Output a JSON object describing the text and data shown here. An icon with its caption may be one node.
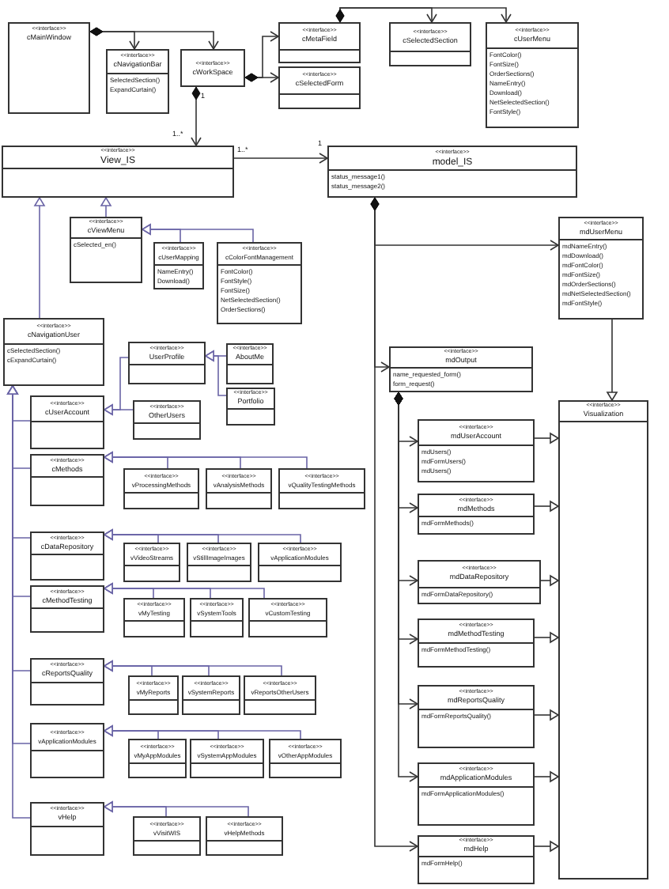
{
  "diagram": {
    "nodes": [
      {
        "text": [
          "<<interface>>",
          "cMainWindow"
        ]
      },
      {
        "text": [
          "<<interface>>",
          "cNavigationBar",
          "SelectedSection()",
          "ExpandCurtain()"
        ]
      },
      {
        "text": [
          "<<interface>>",
          "cWorkSpace"
        ]
      },
      {
        "text": [
          "<<interface>>",
          "cMetaField"
        ]
      },
      {
        "text": [
          "<<interface>>",
          "cSelectedForm"
        ]
      },
      {
        "text": [
          "<<interface>>",
          "cSelectedSection"
        ]
      },
      {
        "text": [
          "<<interface>>",
          "cUserMenu",
          "FontColor()",
          "FontSize()",
          "OrderSections()",
          "NameEntry()",
          "Download()",
          "NetSelectedSection()",
          "FontStyle()"
        ]
      },
      {
        "text": [
          "<<interface>>",
          "View_IS"
        ]
      },
      {
        "text": [
          "<<interface>>",
          "model_IS",
          "status_message1()",
          "status_message2()"
        ]
      },
      {
        "text": [
          "<<interface>>",
          "cViewMenu",
          "cSelected_en()"
        ]
      },
      {
        "text": [
          "<<interface>>",
          "cUserMapping",
          "NameEntry()",
          "Download()"
        ]
      },
      {
        "text": [
          "<<interface>>",
          "cColorFontManagement",
          "FontColor()",
          "FontStyle()",
          "FontSize()",
          "NetSelectedSection()",
          "OrderSections()"
        ]
      },
      {
        "text": [
          "<<interface>>",
          "mdUserMenu",
          "mdNameEntry()",
          "mdDownload()",
          "mdFontColor()",
          "mdFontSize()",
          "mdOrderSections()",
          "mdNetSelectedSection()",
          "mdFontStyle()"
        ]
      },
      {
        "text": [
          "<<interface>>",
          "cNavigationUser",
          "cSelectedSection()",
          "cExpandCurtain()"
        ]
      },
      {
        "text": [
          "<<interface>>",
          "UserProfile"
        ]
      },
      {
        "text": [
          "<<interface>>",
          "AboutMe"
        ]
      },
      {
        "text": [
          "<<interface>>",
          "mdOutput",
          "name_requested_form()",
          "form_request()"
        ]
      },
      {
        "text": [
          "<<interface>>",
          "Portfolio"
        ]
      },
      {
        "text": [
          "<<interface>>",
          "cUserAccount"
        ]
      },
      {
        "text": [
          "<<interface>>",
          "OtherUsers"
        ]
      },
      {
        "text": [
          "<<interface>>",
          "Visualization"
        ]
      },
      {
        "text": [
          "<<interface>>",
          "mdUserAccount",
          "mdUsers()",
          "mdFormUsers()",
          "mdUsers()"
        ]
      },
      {
        "text": [
          "<<interface>>",
          "cMethods"
        ]
      },
      {
        "text": [
          "<<interface>>",
          "vProcessingMethods"
        ]
      },
      {
        "text": [
          "<<interface>>",
          "vAnalysisMethods"
        ]
      },
      {
        "text": [
          "<<interface>>",
          "vQualityTestingMethods"
        ]
      },
      {
        "text": [
          "<<interface>>",
          "mdMethods",
          "mdFormMethods()"
        ]
      },
      {
        "text": [
          "<<interface>>",
          "cDataRepository"
        ]
      },
      {
        "text": [
          "<<interface>>",
          "vVideoStreams"
        ]
      },
      {
        "text": [
          "<<interface>>",
          "vStillImageImages"
        ]
      },
      {
        "text": [
          "<<interface>>",
          "vApplicationModules"
        ]
      },
      {
        "text": [
          "<<interface>>",
          "mdDataRepository",
          "mdFormDataRepository()"
        ]
      },
      {
        "text": [
          "<<interface>>",
          "cMethodTesting"
        ]
      },
      {
        "text": [
          "<<interface>>",
          "vMyTesting"
        ]
      },
      {
        "text": [
          "<<interface>>",
          "vSystemTools"
        ]
      },
      {
        "text": [
          "<<interface>>",
          "vCustomTesting"
        ]
      },
      {
        "text": [
          "<<interface>>",
          "mdMethodTesting",
          "mdFormMethodTesting()"
        ]
      },
      {
        "text": [
          "<<interface>>",
          "cReportsQuality"
        ]
      },
      {
        "text": [
          "<<interface>>",
          "vMyReports"
        ]
      },
      {
        "text": [
          "<<interface>>",
          "vSystemReports"
        ]
      },
      {
        "text": [
          "<<interface>>",
          "vReportsOtherUsers"
        ]
      },
      {
        "text": [
          "<<interface>>",
          "mdReportsQuality",
          "mdFormReportsQuality()"
        ]
      },
      {
        "text": [
          "<<interface>>",
          "vApplicationModules"
        ]
      },
      {
        "text": [
          "<<interface>>",
          "vMyAppModules"
        ]
      },
      {
        "text": [
          "<<interface>>",
          "vSystemAppModules"
        ]
      },
      {
        "text": [
          "<<interface>>",
          "vOtherAppModules"
        ]
      },
      {
        "text": [
          "<<interface>>",
          "mdApplicationModules",
          "mdFormApplicationModules()"
        ]
      },
      {
        "text": [
          "<<interface>>",
          "vHelp"
        ]
      },
      {
        "text": [
          "<<interface>>",
          "vVisitWIS"
        ]
      },
      {
        "text": [
          "<<interface>>",
          "vHelpMethods"
        ]
      },
      {
        "text": [
          "<<interface>>",
          "mdHelp",
          "mdFormHelp()"
        ]
      }
    ],
    "edges": [
      {
        "from": 0,
        "to": 1,
        "arrow": "to",
        "color": "#333333"
      },
      {
        "from": 0,
        "to": 2,
        "arrow": "to",
        "color": "#333333"
      },
      {
        "from": 2,
        "to": 3,
        "arrow": "to",
        "color": "#333333"
      },
      {
        "from": 2,
        "to": 4,
        "arrow": "to",
        "color": "#333333"
      },
      {
        "from": 3,
        "to": 5,
        "arrow": "to",
        "color": "#333333"
      },
      {
        "from": 3,
        "to": 6,
        "arrow": "to",
        "color": "#333333"
      },
      {
        "from": 2,
        "to": 7,
        "arrow": "to",
        "color": "#333333"
      },
      {
        "from": 7,
        "to": 8,
        "arrow": "to",
        "color": "#333333"
      },
      {
        "from": 8,
        "to": 12,
        "arrow": "to",
        "color": "#333333"
      },
      {
        "from": 8,
        "to": 16,
        "arrow": "to",
        "color": "#333333"
      },
      {
        "from": 8,
        "to": 50,
        "arrow": "to",
        "color": "#333333"
      },
      {
        "from": 16,
        "to": 21,
        "arrow": "to",
        "color": "#333333"
      },
      {
        "from": 16,
        "to": 26,
        "arrow": "to",
        "color": "#333333"
      },
      {
        "from": 16,
        "to": 31,
        "arrow": "to",
        "color": "#333333"
      },
      {
        "from": 16,
        "to": 36,
        "arrow": "to",
        "color": "#333333"
      },
      {
        "from": 16,
        "to": 41,
        "arrow": "to",
        "color": "#333333"
      },
      {
        "from": 16,
        "to": 46,
        "arrow": "to",
        "color": "#333333"
      },
      {
        "from": 12,
        "to": 20,
        "arrow": "to",
        "color": "#333333"
      },
      {
        "from": 21,
        "to": 20,
        "arrow": "to",
        "color": "#333333"
      },
      {
        "from": 26,
        "to": 20,
        "arrow": "to",
        "color": "#333333"
      },
      {
        "from": 31,
        "to": 20,
        "arrow": "to",
        "color": "#333333"
      },
      {
        "from": 36,
        "to": 20,
        "arrow": "to",
        "color": "#333333"
      },
      {
        "from": 41,
        "to": 20,
        "arrow": "to",
        "color": "#333333"
      },
      {
        "from": 46,
        "to": 20,
        "arrow": "to",
        "color": "#333333"
      },
      {
        "from": 50,
        "to": 20,
        "arrow": "to",
        "color": "#333333"
      },
      {
        "from": 9,
        "to": 7,
        "arrow": "to"
      },
      {
        "from": 13,
        "to": 7,
        "arrow": "to"
      },
      {
        "from": 10,
        "to": 9,
        "arrow": "to"
      },
      {
        "from": 11,
        "to": 9,
        "arrow": "to"
      },
      {
        "from": 18,
        "to": 13,
        "arrow": "to"
      },
      {
        "from": 22,
        "to": 13,
        "arrow": "to"
      },
      {
        "from": 27,
        "to": 13,
        "arrow": "to"
      },
      {
        "from": 32,
        "to": 13,
        "arrow": "to"
      },
      {
        "from": 37,
        "to": 13,
        "arrow": "to"
      },
      {
        "from": 42,
        "to": 13,
        "arrow": "to"
      },
      {
        "from": 47,
        "to": 13,
        "arrow": "to"
      },
      {
        "from": 14,
        "to": 18,
        "arrow": "to"
      },
      {
        "from": 15,
        "to": 14,
        "arrow": "to"
      },
      {
        "from": 17,
        "to": 14,
        "arrow": "to"
      },
      {
        "from": 23,
        "to": 22,
        "arrow": "to"
      },
      {
        "from": 24,
        "to": 22,
        "arrow": "to"
      },
      {
        "from": 25,
        "to": 22,
        "arrow": "to"
      },
      {
        "from": 28,
        "to": 27,
        "arrow": "to"
      },
      {
        "from": 29,
        "to": 27,
        "arrow": "to"
      },
      {
        "from": 30,
        "to": 27,
        "arrow": "to"
      },
      {
        "from": 33,
        "to": 32,
        "arrow": "to"
      },
      {
        "from": 34,
        "to": 32,
        "arrow": "to"
      },
      {
        "from": 35,
        "to": 32,
        "arrow": "to"
      },
      {
        "from": 38,
        "to": 37,
        "arrow": "to"
      },
      {
        "from": 39,
        "to": 37,
        "arrow": "to"
      },
      {
        "from": 40,
        "to": 37,
        "arrow": "to"
      },
      {
        "from": 43,
        "to": 42,
        "arrow": "to"
      },
      {
        "from": 44,
        "to": 42,
        "arrow": "to"
      },
      {
        "from": 45,
        "to": 42,
        "arrow": "to"
      },
      {
        "from": 48,
        "to": 47,
        "arrow": "to"
      },
      {
        "from": 49,
        "to": 47,
        "arrow": "to"
      },
      {
        "from": 19,
        "to": 18,
        "arrow": "to"
      }
    ],
    "labels": [
      "1",
      "1..*",
      "1..*",
      "1"
    ]
  }
}
